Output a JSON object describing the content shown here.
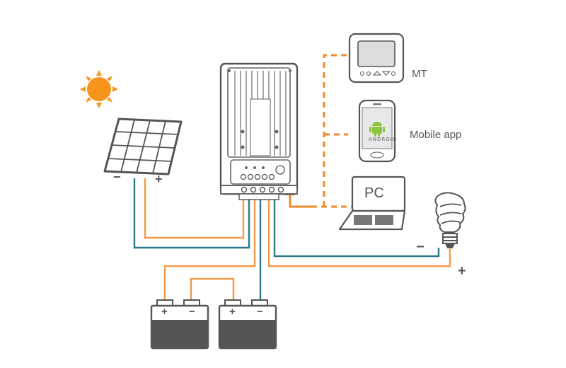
{
  "labels": {
    "mt": "MT",
    "mobile_app": "Mobile app",
    "pc": "PC",
    "android": "ANDROID"
  },
  "polarity": {
    "pv_negative": "−",
    "pv_positive": "+",
    "load_negative": "−",
    "load_positive": "+",
    "battery1_positive": "+",
    "battery1_negative": "−",
    "battery2_positive": "+",
    "battery2_negative": "−"
  },
  "colors": {
    "positive_wire": "#f39a4a",
    "negative_wire": "#2b7a8c",
    "communication_link": "#f08a2c",
    "sun": "#f7941d",
    "device_outline": "#555555",
    "background": "#ffffff"
  },
  "icons": {
    "sun": "sun-icon",
    "solar_panel": "solar-panel-icon",
    "controller": "charge-controller-icon",
    "remote_meter": "remote-meter-icon",
    "phone": "smartphone-icon",
    "laptop": "laptop-icon",
    "bulb": "light-bulb-icon",
    "battery": "battery-icon"
  }
}
